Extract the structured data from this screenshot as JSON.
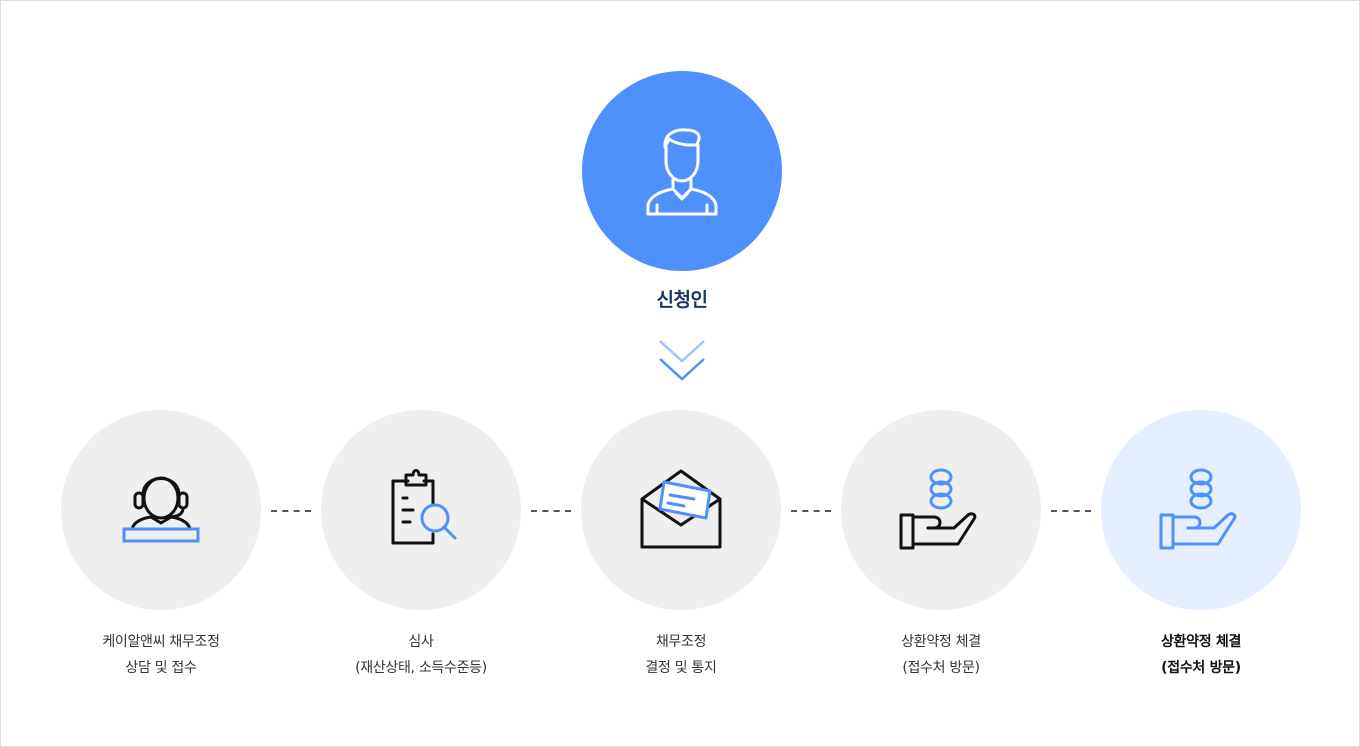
{
  "applicant": {
    "label": "신청인",
    "icon": "person-icon"
  },
  "steps": [
    {
      "line1": "케이알앤씨 채무조정",
      "line2": "상담 및 접수",
      "icon": "headset-agent-icon"
    },
    {
      "line1": "심사",
      "line2": "(재산상태, 소득수준등)",
      "icon": "clipboard-search-icon"
    },
    {
      "line1": "채무조정",
      "line2": "결정 및 통지",
      "icon": "envelope-letter-icon"
    },
    {
      "line1": "상환약정 체결",
      "line2": "(접수처 방문)",
      "icon": "hand-coins-icon"
    },
    {
      "line1": "상환약정 체결",
      "line2": "(접수처 방문)",
      "icon": "hand-coins-icon"
    }
  ],
  "colors": {
    "accent": "#4f91fc",
    "accent_light": "#9fc2fb",
    "step_bg": "#efefef",
    "active_step_bg": "#e5efff",
    "title_text": "#1d3563"
  }
}
